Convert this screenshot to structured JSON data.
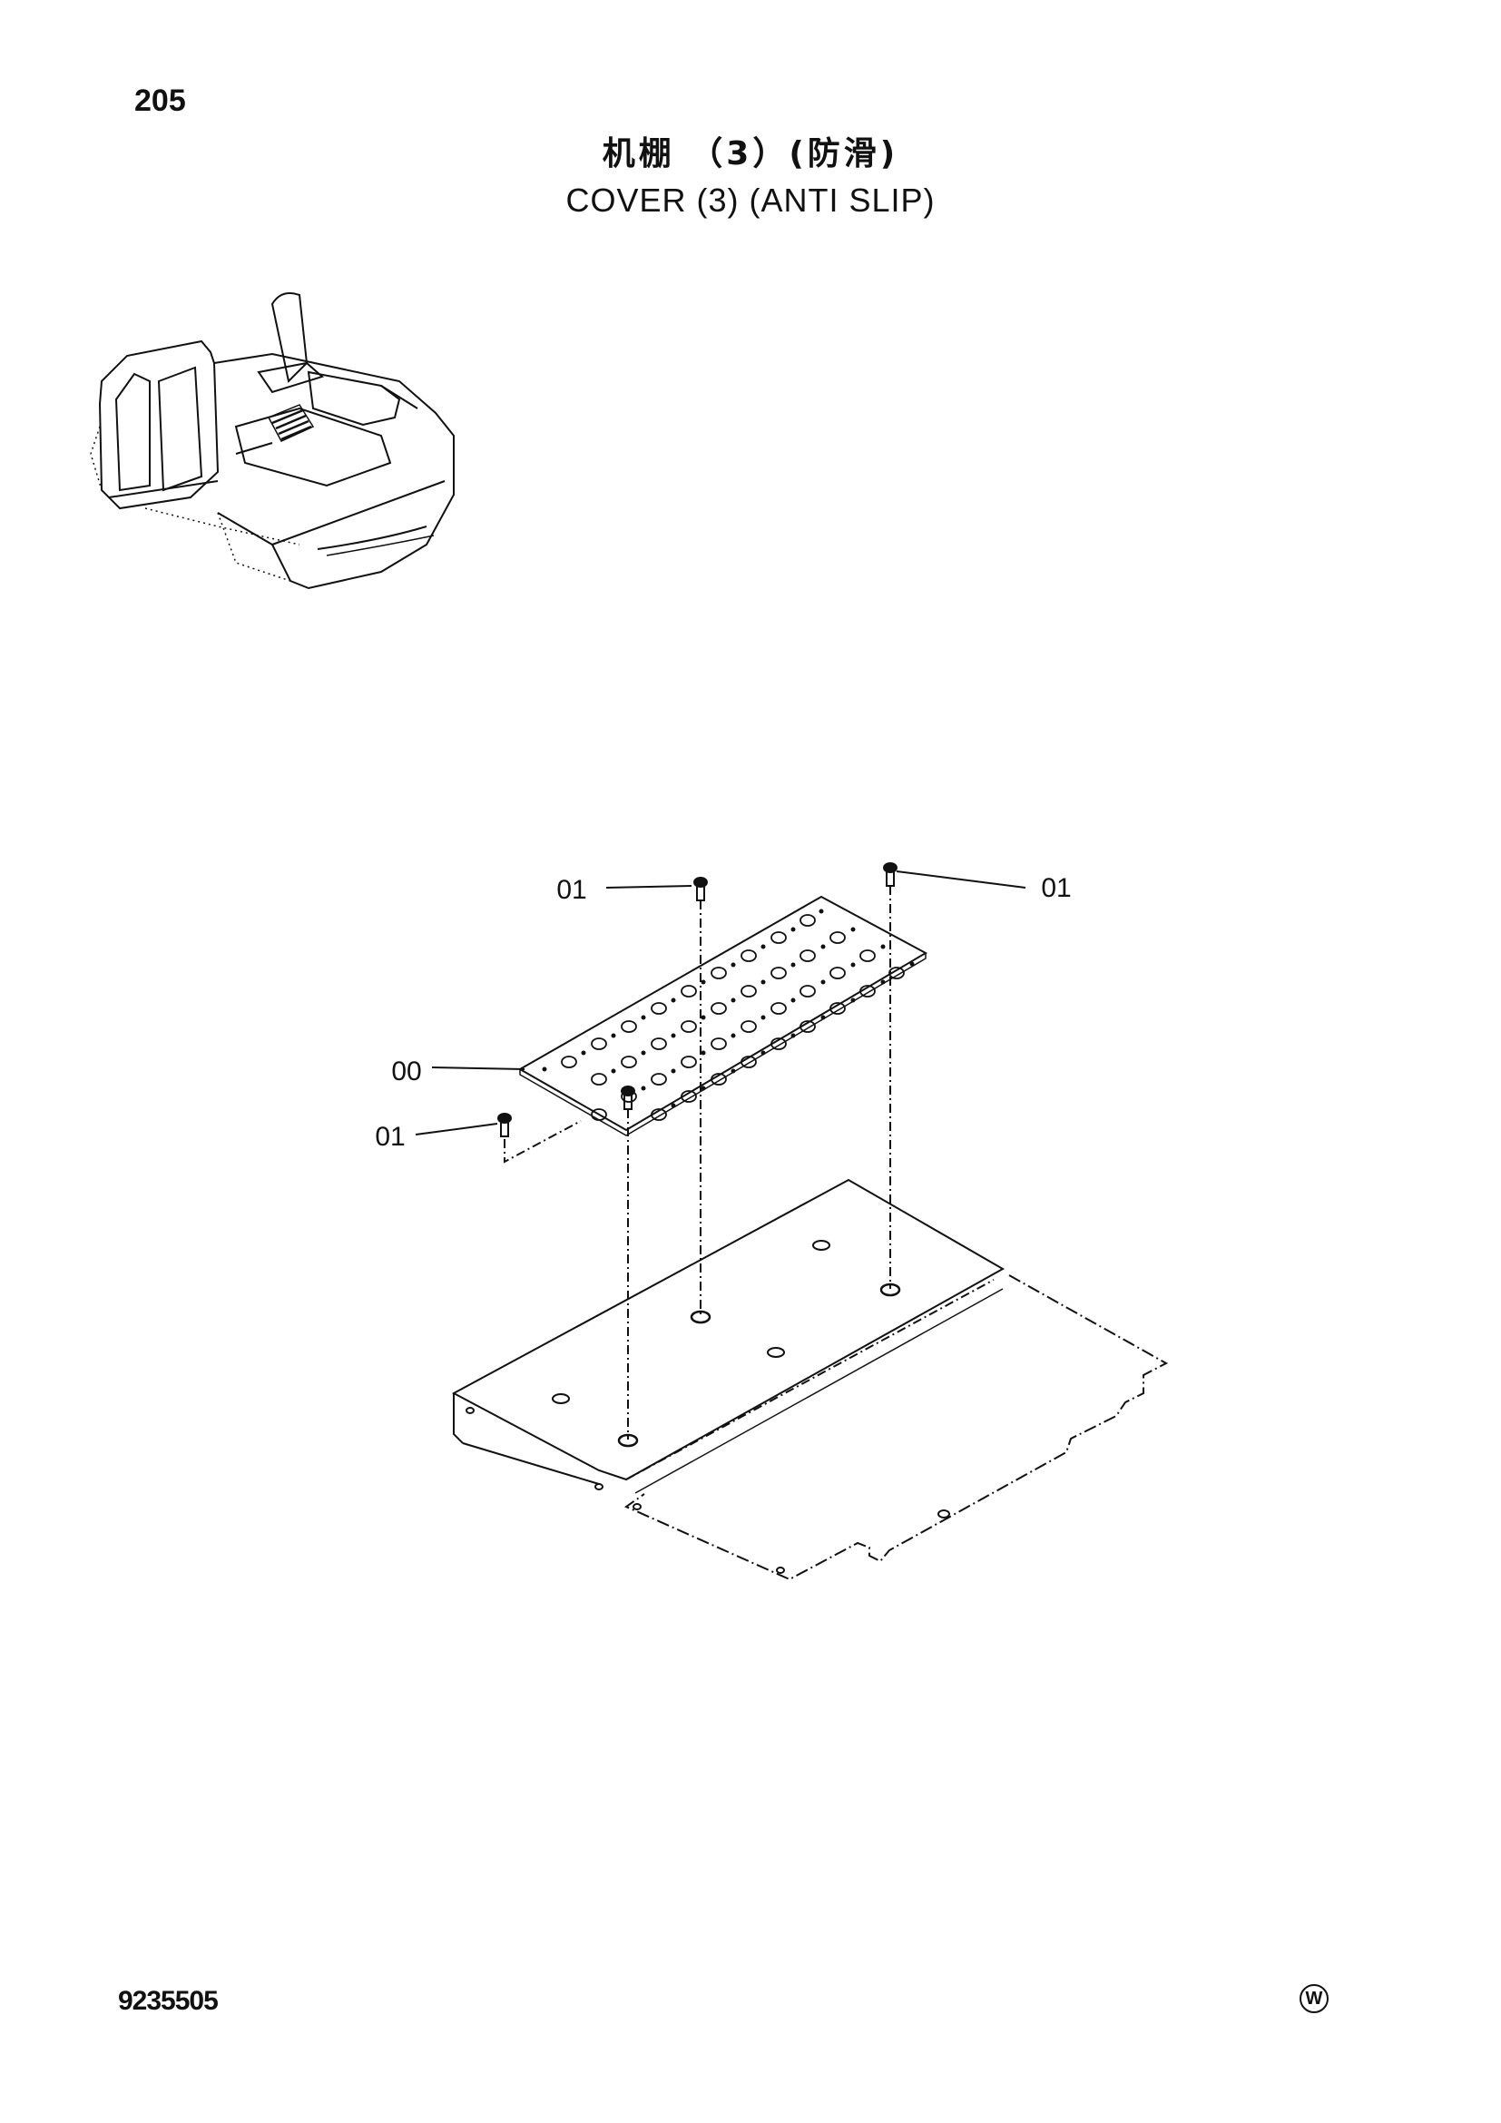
{
  "page_number": "205",
  "title": {
    "cn": "机棚 （3）(防滑)",
    "en": "COVER (3) (ANTI SLIP)"
  },
  "callouts": {
    "top_left": "01",
    "top_right": "01",
    "plate": "00",
    "bottom_left": "01"
  },
  "footer": {
    "code": "9235505",
    "mark": "W"
  }
}
